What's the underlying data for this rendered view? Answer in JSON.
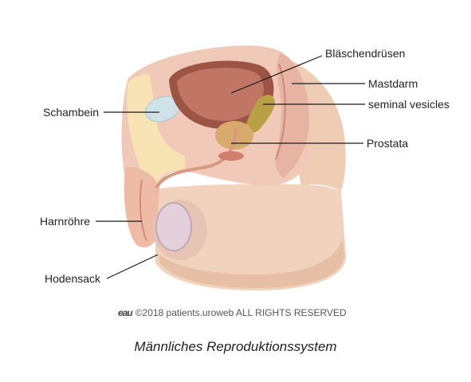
{
  "diagram": {
    "labels": {
      "blaeschendruesen": "Bläschendrüsen",
      "mastdarm": "Mastdarm",
      "seminal_vesicles": "seminal vesicles",
      "schambein": "Schambein",
      "prostata": "Prostata",
      "harnroehre": "Harnröhre",
      "hodensack": "Hodensack"
    },
    "copyright": {
      "logo": "eau",
      "text": "©2018 patients.uroweb ALL RIGHTS RESERVED"
    },
    "caption": "Männliches Reproduktionssystem"
  },
  "colors": {
    "skin": "#f1d3bd",
    "skin_shadow": "#d9ae96",
    "flesh_pink": "#e8b0a2",
    "bladder": "#b86a5c",
    "bladder_rim": "#8f4838",
    "prostata": "#d6a870",
    "bone": "#c9dfe6",
    "fat_yellow": "#f5dfac",
    "rectum": "#e9b7a5",
    "leader": "#1a1a1a"
  }
}
